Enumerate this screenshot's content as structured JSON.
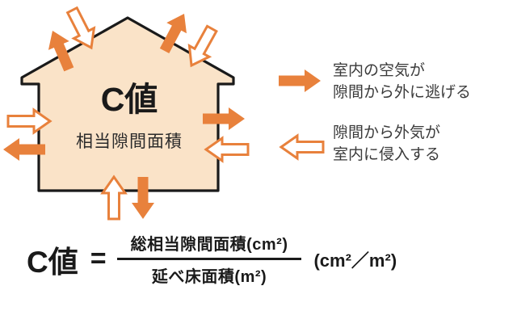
{
  "house": {
    "title": "C値",
    "subtitle": "相当隙間面積"
  },
  "legend": {
    "items": [
      {
        "icon": "filled-right-arrow-icon",
        "meaning": "air-leaking-out",
        "line1": "室内の空気が",
        "line2": "隙間から外に逃げる"
      },
      {
        "icon": "outline-left-arrow-icon",
        "meaning": "air-infiltrating-in",
        "line1": "隙間から外気が",
        "line2": "室内に侵入する"
      }
    ]
  },
  "formula": {
    "lhs": "C値",
    "equals": "=",
    "numerator": "総相当隙間面積(cm²)",
    "denominator": "延べ床面積(m²)",
    "unit": "(cm²／m²)"
  },
  "colors": {
    "arrow_orange": "#E8813C",
    "house_fill": "#FAE3C8",
    "line_black": "#1A1A1A",
    "text_dark": "#3A3A3A"
  }
}
